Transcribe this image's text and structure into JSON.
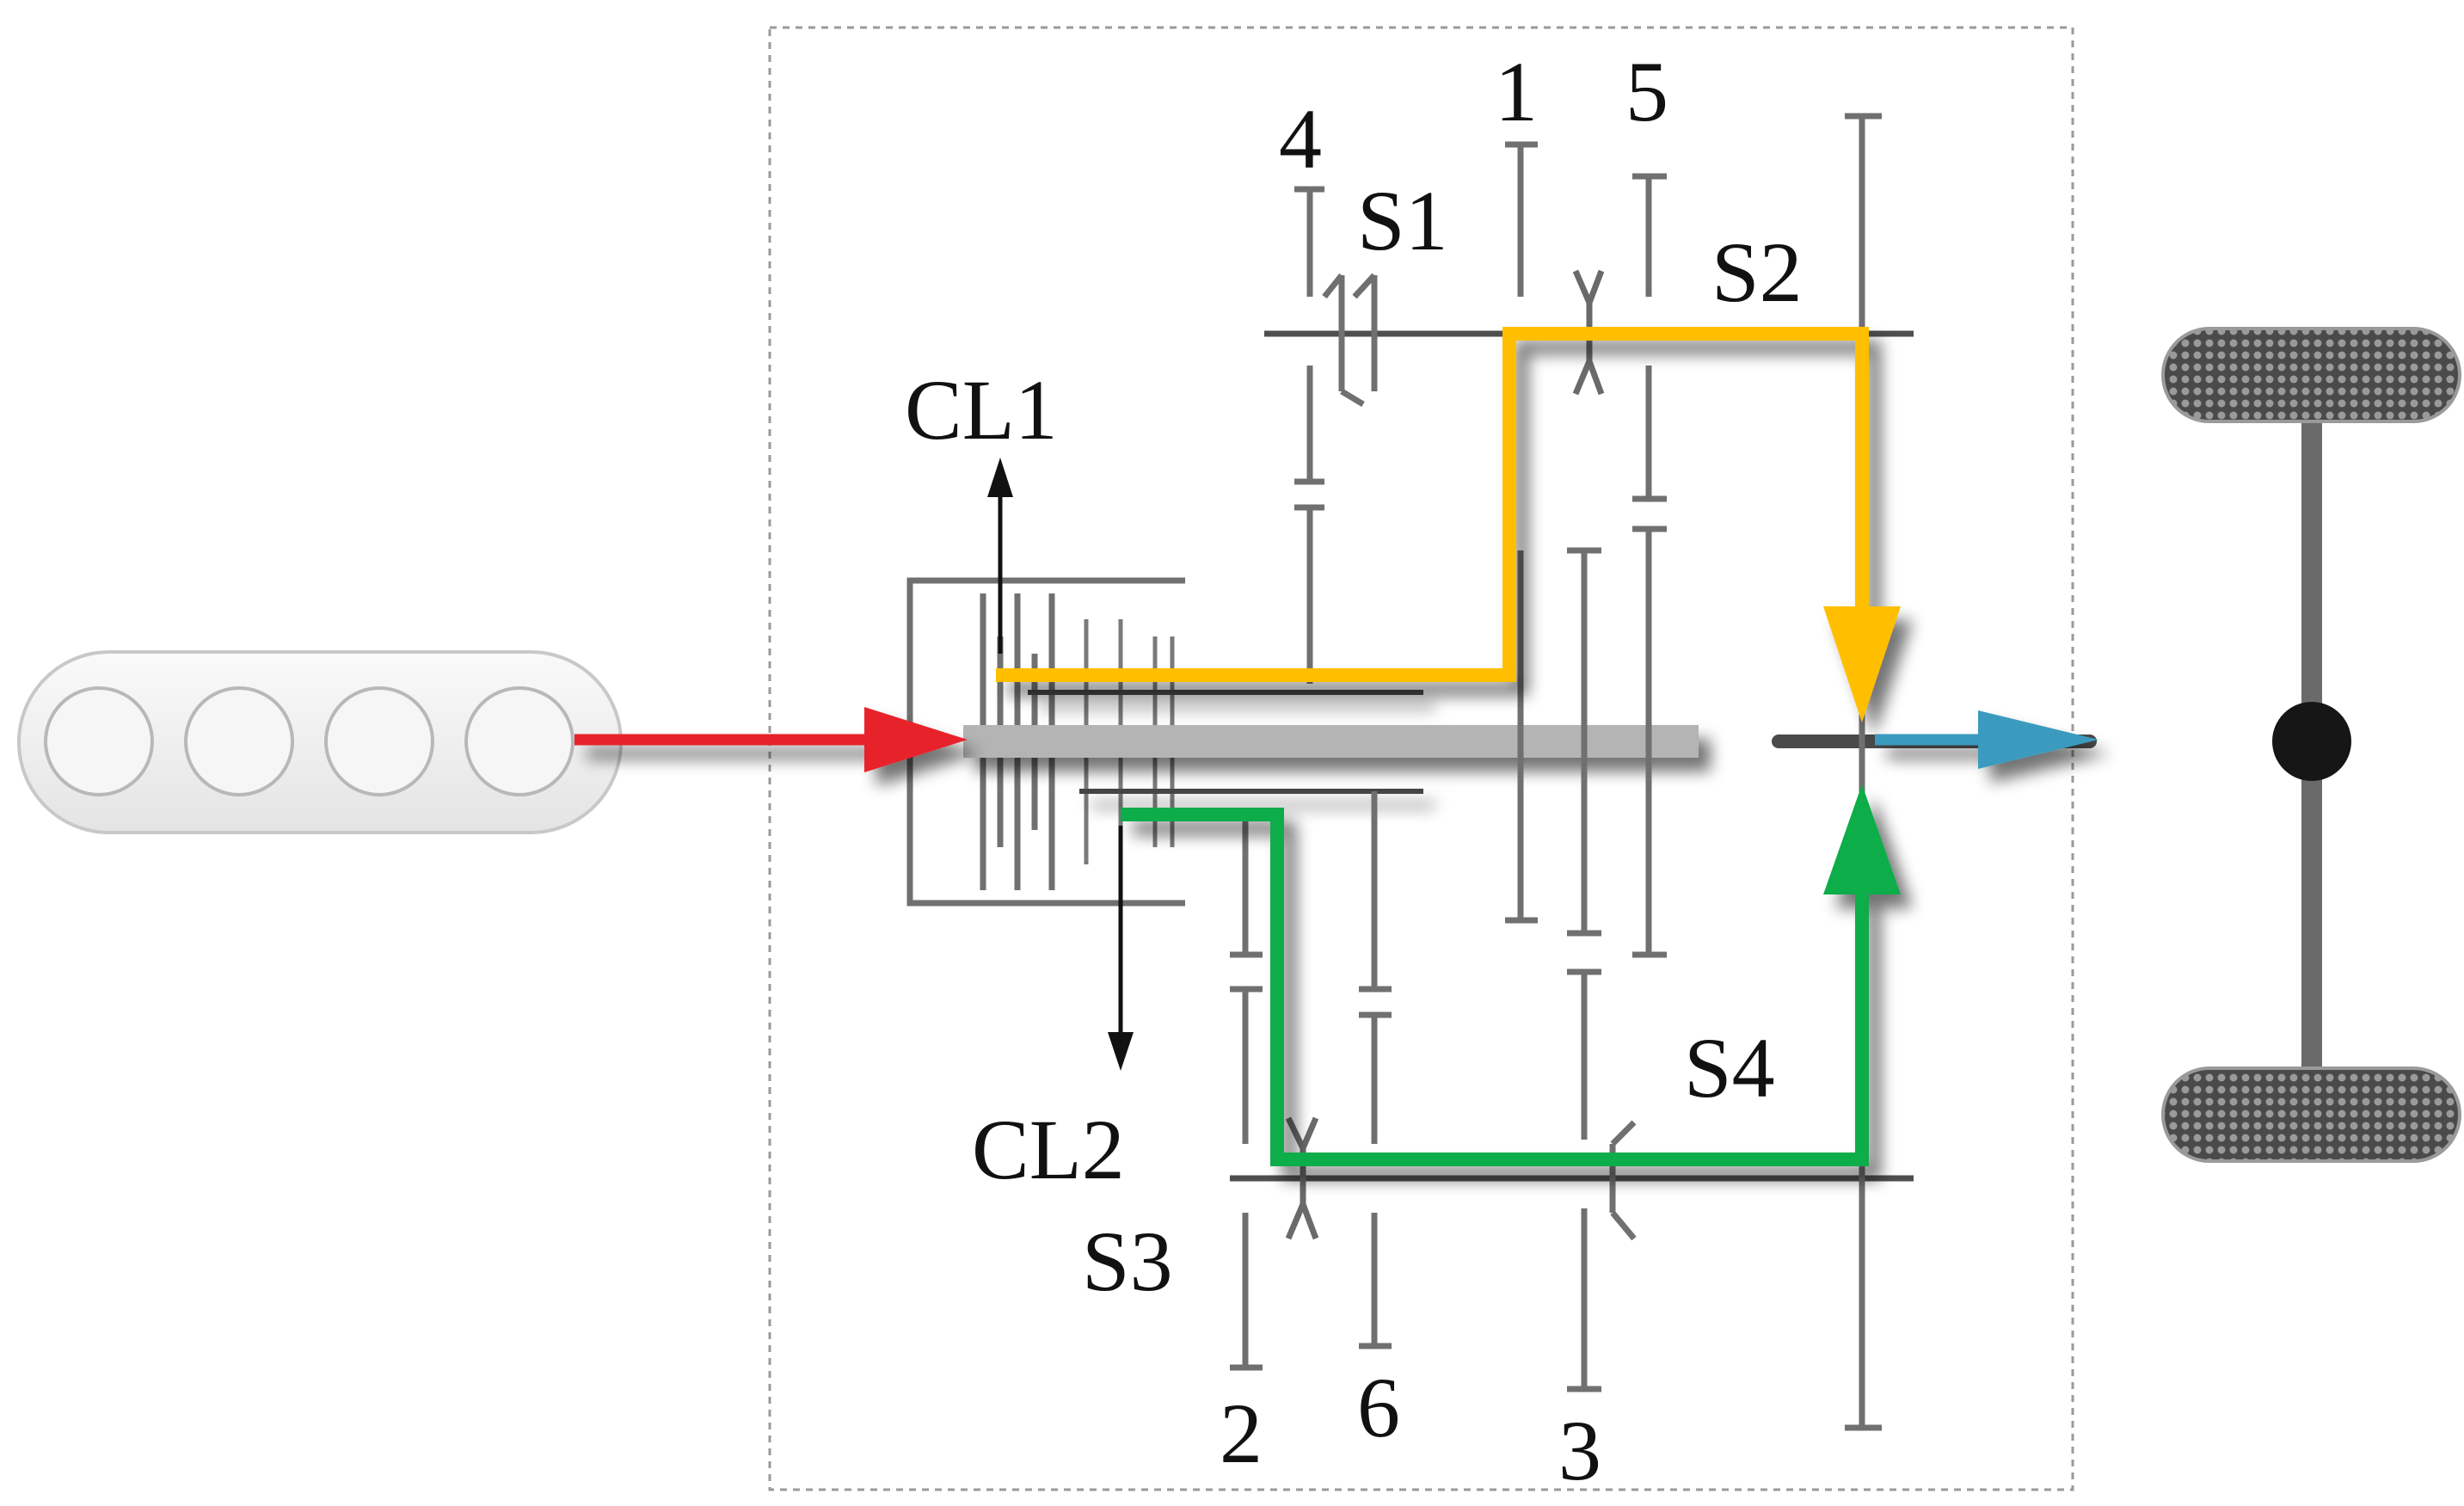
{
  "diagram": {
    "labels": {
      "cl1": "CL1",
      "cl2": "CL2",
      "s1": "S1",
      "s2": "S2",
      "s3": "S3",
      "s4": "S4",
      "gear1": "1",
      "gear2": "2",
      "gear3": "3",
      "gear4": "4",
      "gear5": "5",
      "gear6": "6"
    },
    "colors": {
      "engine_input": "#e8232a",
      "odd_gear_path": "#ffbf00",
      "even_gear_path": "#0aad4a",
      "output": "#3a9bbf",
      "wheel_tread": "#3a3a3a",
      "axle": "#6a6a6a"
    }
  }
}
